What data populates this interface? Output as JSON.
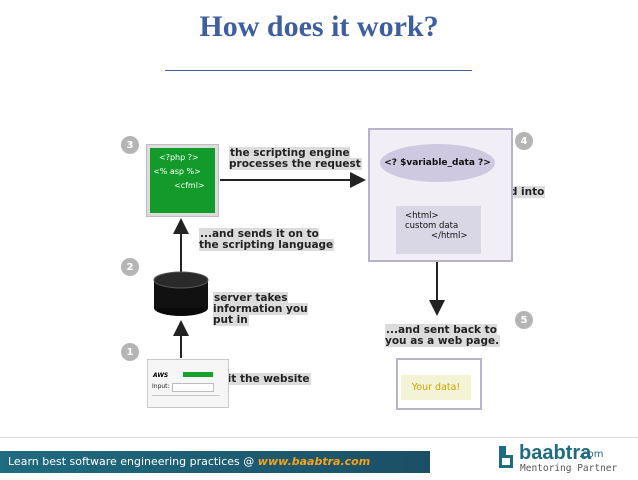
{
  "title": "How does it work?",
  "steps": [
    "1",
    "2",
    "3",
    "4",
    "5"
  ],
  "code_lines": [
    "<?php ?>",
    "<% asp %>",
    "<cfml>"
  ],
  "labels": {
    "engine": "the scripting engine\nprocesses the request",
    "sends": "...and sends it on to\nthe scripting language",
    "server": "server takes\ninformation you\nput in",
    "turned": "gets turned into",
    "sent_back": "...and sent back to\nyou as a web page.",
    "visit": "You visit the website"
  },
  "variable_data": "<? $variable_data ?>",
  "html_lines": [
    "<html>",
    "custom data",
    "</html>"
  ],
  "result": "Your data!",
  "browser": {
    "logo": "AWS",
    "input_label": "Input:"
  },
  "footer": {
    "text": "Learn best software engineering practices @ ",
    "url": "www.baabtra.com"
  },
  "logo": {
    "name": "baabtra",
    "tld": ".com",
    "subtitle": "Mentoring Partner"
  },
  "colors": {
    "title": "#3d5fa0",
    "code_box": "#129b2a",
    "panel": "#f1eff5",
    "footer_bar": "#1c5a72",
    "accent_url": "#f4a31a"
  }
}
